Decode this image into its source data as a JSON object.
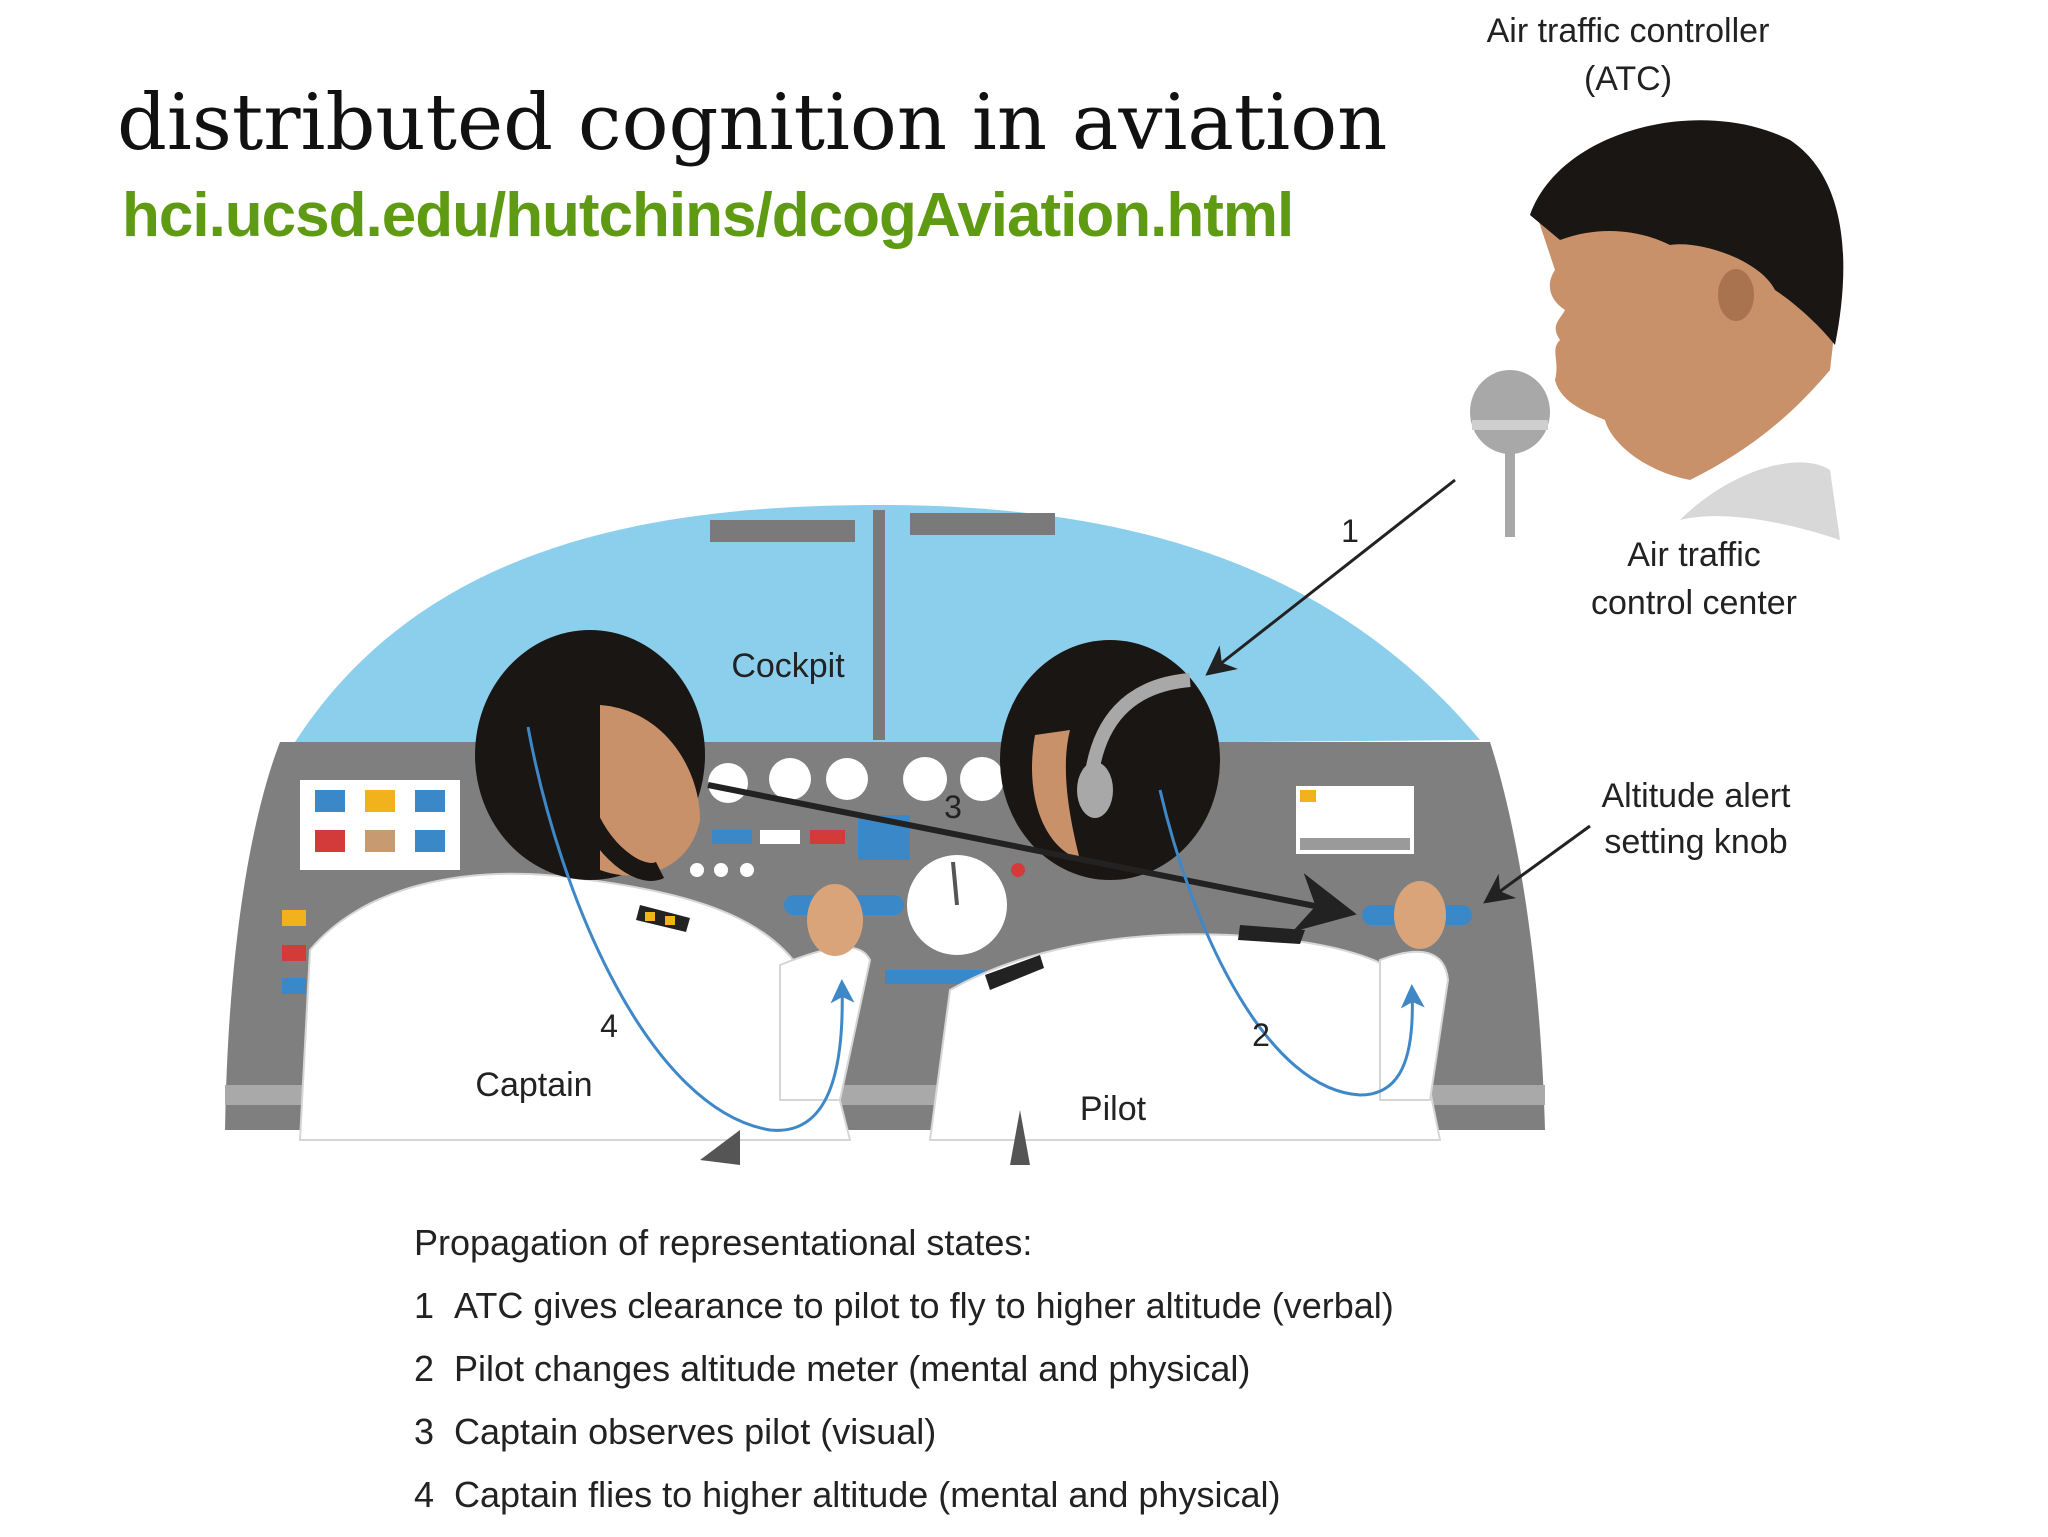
{
  "slide": {
    "title": "distributed cognition in aviation",
    "url": "hci.ucsd.edu/hutchins/dcogAviation.html",
    "url_color": "#5e9a12"
  },
  "diagram": {
    "labels": {
      "atc_line1": "Air traffic controller",
      "atc_line2": "(ATC)",
      "center_line1": "Air traffic",
      "center_line2": "control center",
      "knob_line1": "Altitude alert",
      "knob_line2": "setting knob",
      "cockpit": "Cockpit",
      "captain": "Captain",
      "pilot": "Pilot"
    },
    "step_markers": [
      "1",
      "2",
      "3",
      "4"
    ],
    "colors": {
      "window": "#8ccfed",
      "panel": "#7f7f7f",
      "hair": "#1a1613",
      "skin": "#d9a47a",
      "arrow_black": "#222222",
      "arrow_blue": "#3f88c8"
    },
    "icons": [
      "microphone-icon",
      "headset-icon"
    ]
  },
  "legend": {
    "heading": "Propagation of representational states:",
    "items": [
      {
        "num": "1",
        "text": "ATC gives clearance to pilot to fly to higher altitude (verbal)"
      },
      {
        "num": "2",
        "text": "Pilot changes altitude meter (mental and physical)"
      },
      {
        "num": "3",
        "text": "Captain observes pilot (visual)"
      },
      {
        "num": "4",
        "text": "Captain flies to higher altitude (mental and physical)"
      }
    ]
  }
}
